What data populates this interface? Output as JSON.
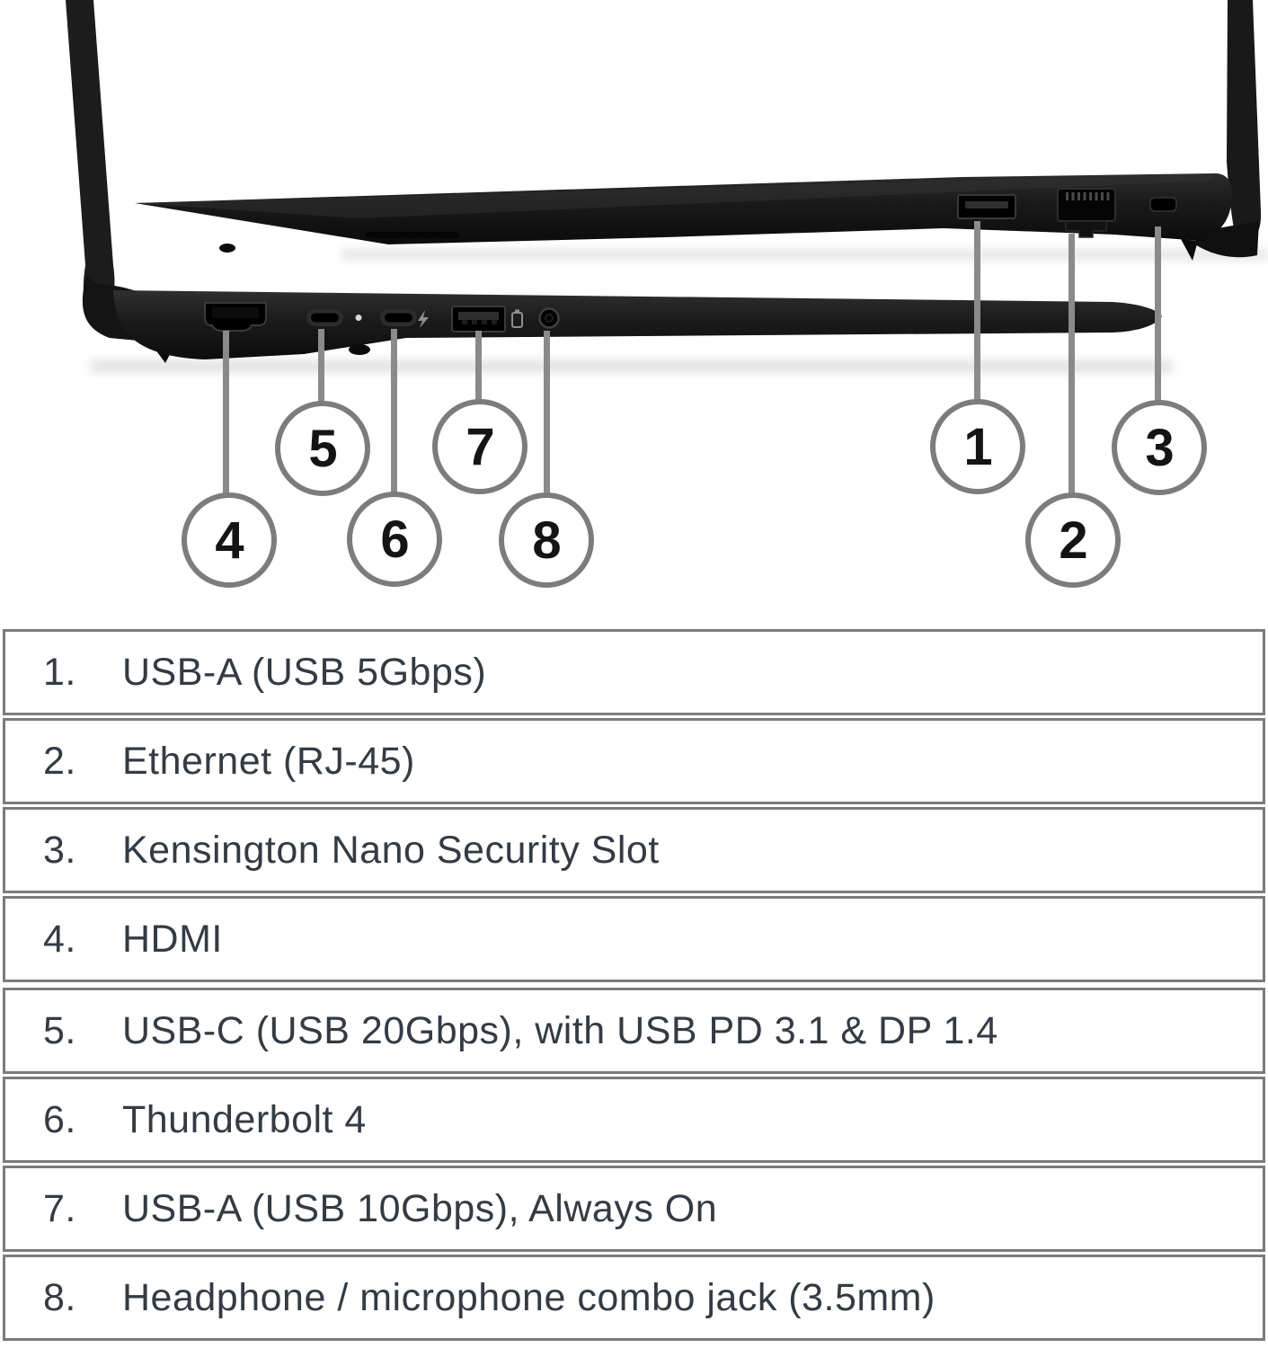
{
  "diagram": {
    "description": "Two side views of a black laptop with numbered port callouts",
    "callouts": [
      {
        "number": "1",
        "port": "usb-a-5gbps",
        "side": "right"
      },
      {
        "number": "2",
        "port": "ethernet-rj45",
        "side": "right"
      },
      {
        "number": "3",
        "port": "kensington-nano-security-slot",
        "side": "right"
      },
      {
        "number": "4",
        "port": "hdmi",
        "side": "left"
      },
      {
        "number": "5",
        "port": "usb-c-20gbps",
        "side": "left"
      },
      {
        "number": "6",
        "port": "thunderbolt-4",
        "side": "left"
      },
      {
        "number": "7",
        "port": "usb-a-10gbps-always-on",
        "side": "left"
      },
      {
        "number": "8",
        "port": "headphone-microphone-combo-jack",
        "side": "left"
      }
    ],
    "icons": [
      "thunderbolt-icon",
      "battery-icon",
      "led-indicator"
    ]
  },
  "table": {
    "rows": [
      {
        "num": "1.",
        "label": "USB-A (USB 5Gbps)"
      },
      {
        "num": "2.",
        "label": "Ethernet (RJ-45)"
      },
      {
        "num": "3.",
        "label": "Kensington Nano Security Slot"
      },
      {
        "num": "4.",
        "label": "HDMI"
      },
      {
        "num": "5.",
        "label": "USB-C (USB 20Gbps), with USB PD 3.1 & DP 1.4"
      },
      {
        "num": "6.",
        "label": "Thunderbolt 4"
      },
      {
        "num": "7.",
        "label": "USB-A (USB 10Gbps), Always On"
      },
      {
        "num": "8.",
        "label": "Headphone / microphone combo jack (3.5mm)"
      }
    ]
  },
  "colors": {
    "laptop_black": "#1a1a1a",
    "port_black": "#000000",
    "callout_line_gray": "#8a8a8a",
    "callout_ring_gray": "#7c7c7c",
    "callout_number": "#141414",
    "table_border_gray": "#7b7b7b",
    "table_text": "#333b44",
    "background": "#ffffff"
  }
}
